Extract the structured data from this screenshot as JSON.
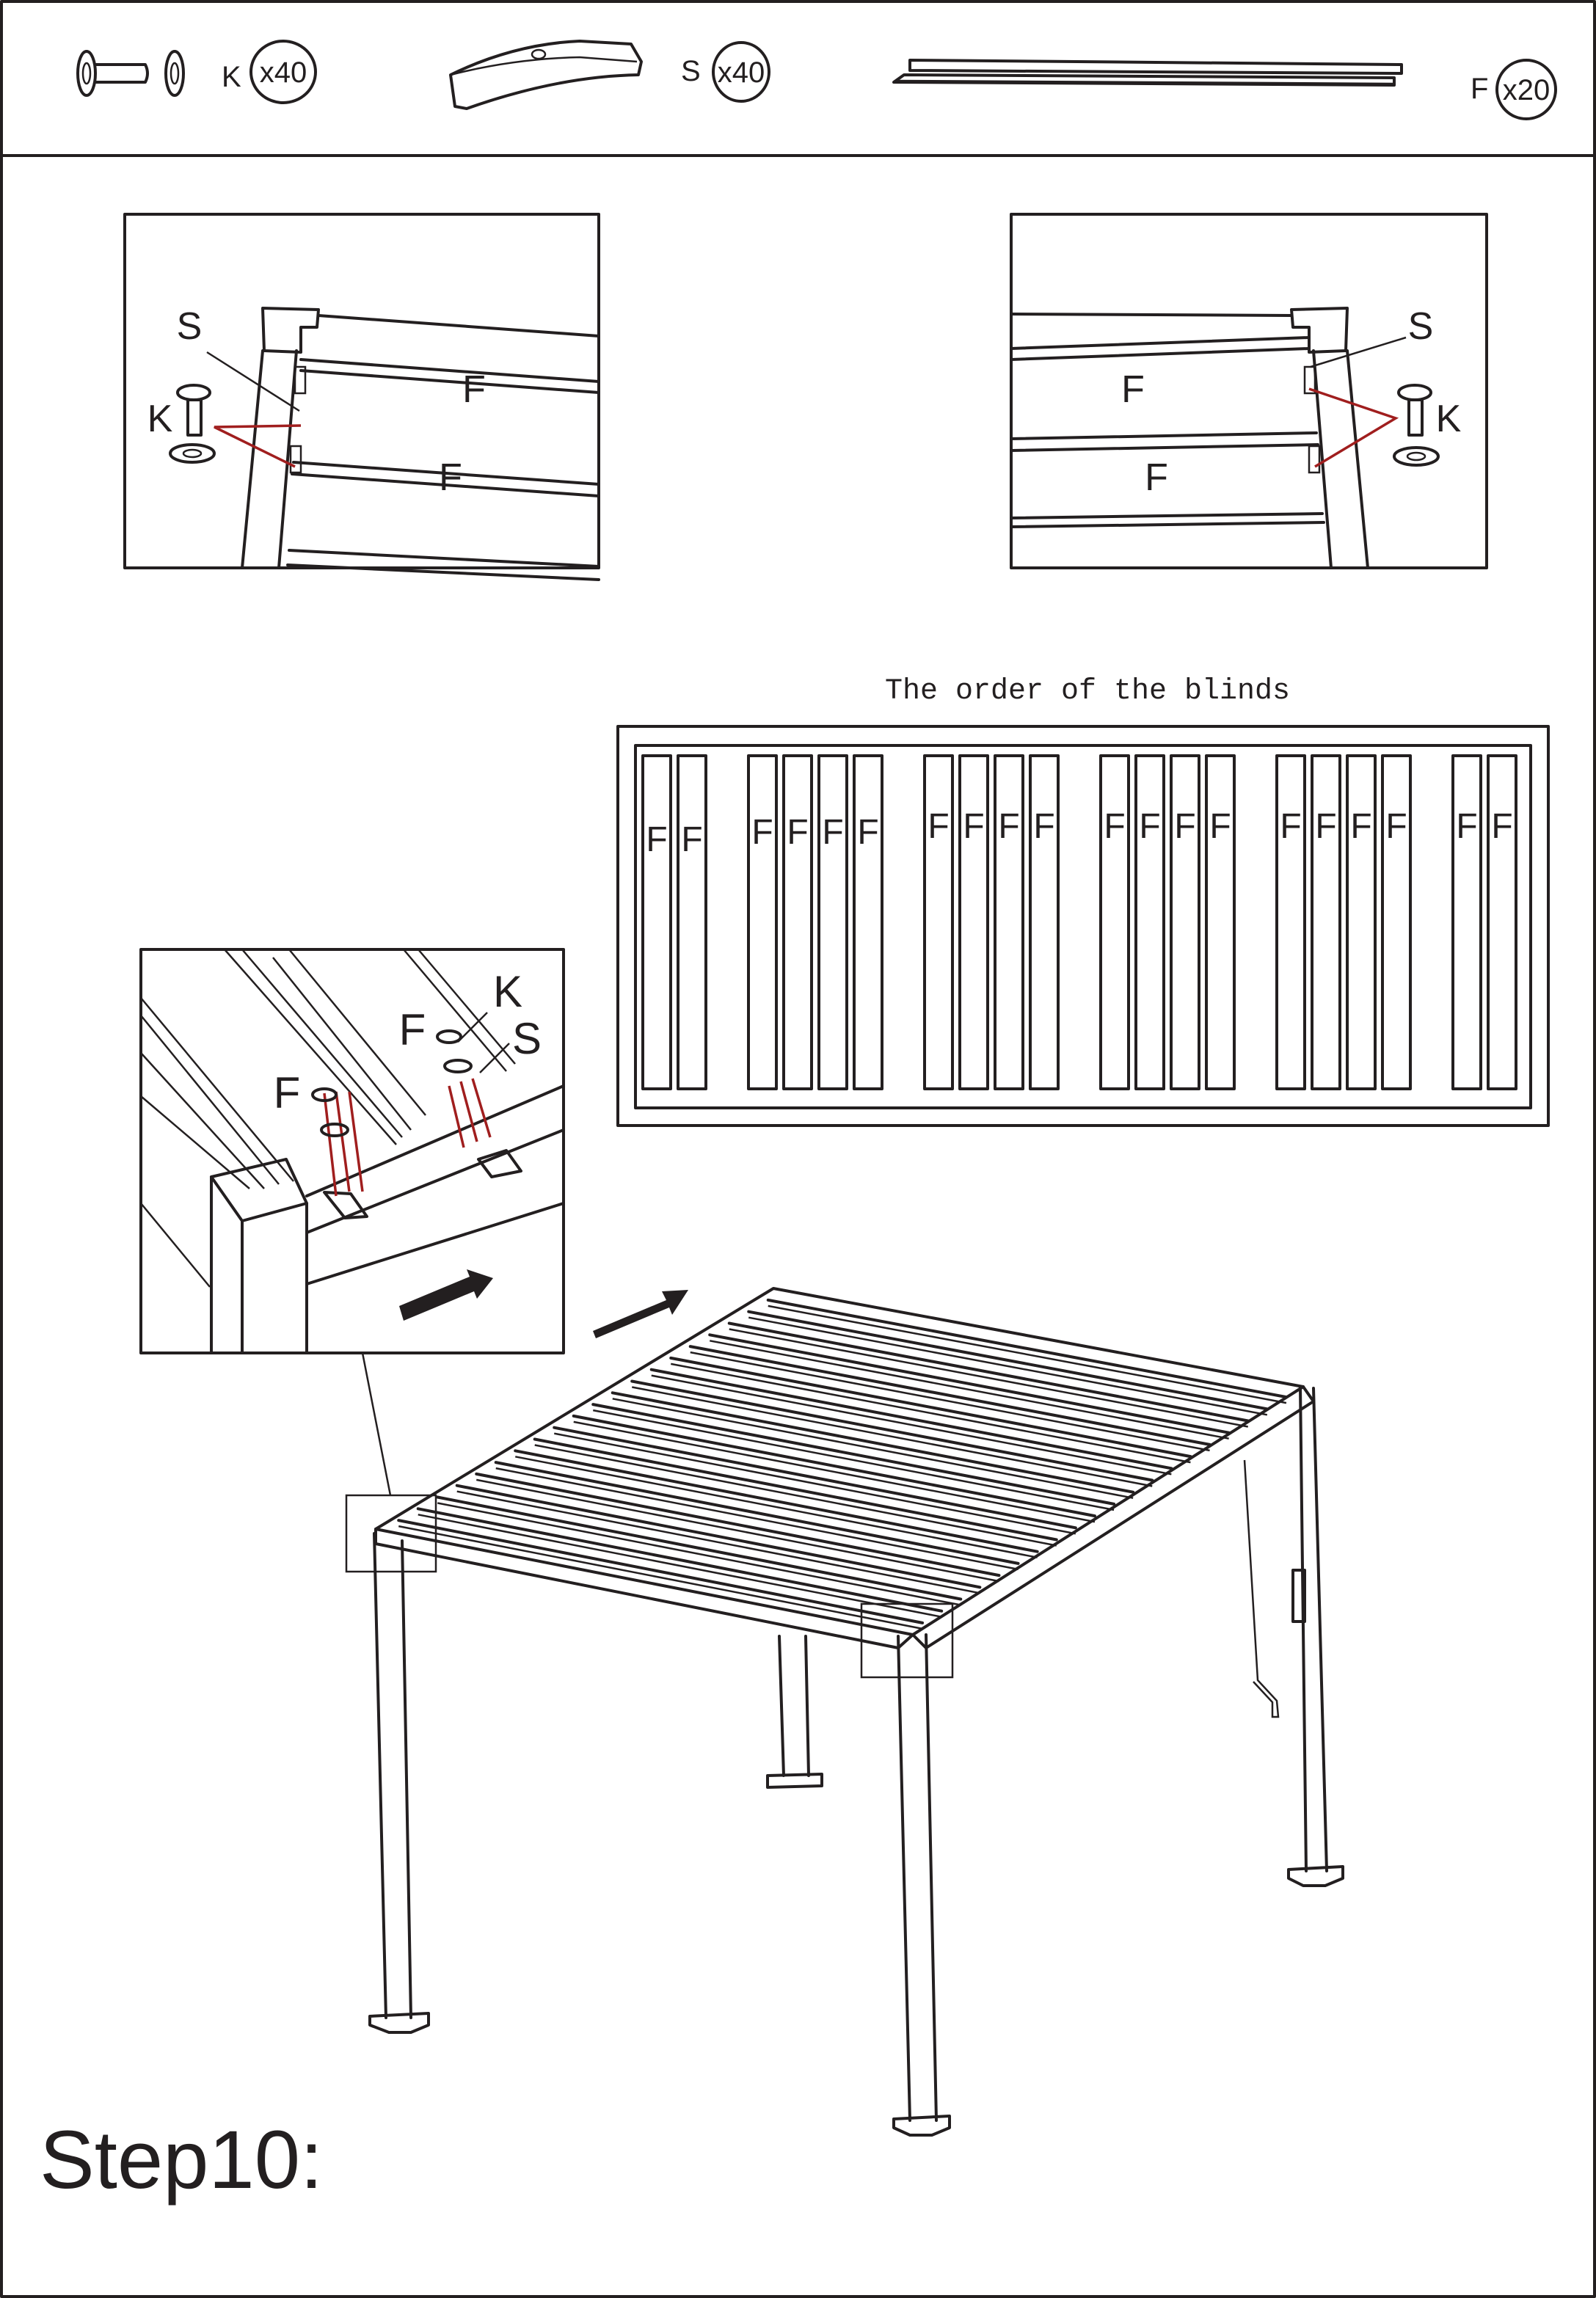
{
  "parts": [
    {
      "id": "K",
      "label": "K",
      "quantity": "x40",
      "icon": "bolt-and-washer-icon"
    },
    {
      "id": "S",
      "label": "S",
      "quantity": "x40",
      "icon": "curved-bracket-icon"
    },
    {
      "id": "F",
      "label": "F",
      "quantity": "x20",
      "icon": "blind-slat-icon"
    }
  ],
  "detail_left": {
    "s_label": "S",
    "k_label": "K",
    "f_labels": [
      "F",
      "F"
    ]
  },
  "detail_right": {
    "s_label": "S",
    "k_label": "K",
    "f_labels": [
      "F",
      "F"
    ]
  },
  "detail_corner": {
    "f_labels": [
      "F",
      "F"
    ],
    "k_label": "K",
    "s_label": "S"
  },
  "blind_order": {
    "title": "The order of the blinds",
    "slat_label": "F",
    "groups": [
      2,
      4,
      4,
      4,
      4,
      2
    ]
  },
  "step": {
    "title": "Step10:"
  },
  "colors": {
    "line": "#231f20",
    "guide": "#a01e1e"
  }
}
